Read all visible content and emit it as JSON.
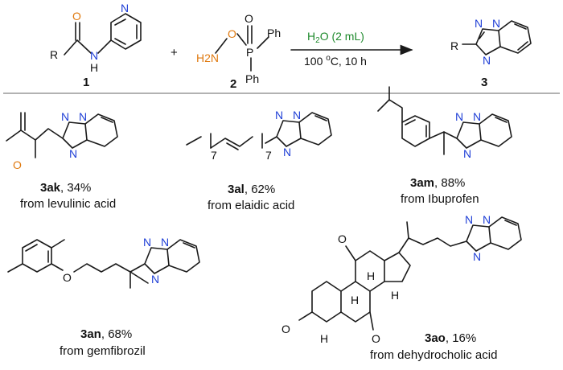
{
  "scheme": {
    "reactant1": {
      "number": "1",
      "R": "R",
      "O": "O",
      "N": "N",
      "H": "H"
    },
    "plus": "+",
    "reactant2": {
      "number": "2",
      "H2N": "H2N",
      "O": "O",
      "Ph1": "Ph",
      "Ph2": "Ph",
      "P": "P",
      "PO": "O"
    },
    "conditions": {
      "solvent": "H2O (2 mL)",
      "temperature": "100 oC, 10 h"
    },
    "product": {
      "number": "3",
      "R": "R",
      "N1": "N",
      "N2": "N",
      "N3": "N"
    }
  },
  "compounds": [
    {
      "id": "3ak",
      "yield": "34%",
      "source": "from levulinic acid",
      "atoms": {
        "O": "O"
      }
    },
    {
      "id": "3al",
      "yield": "62%",
      "source": "from elaidic acid",
      "subscripts": [
        "7",
        "7"
      ]
    },
    {
      "id": "3am",
      "yield": "88%",
      "source": "from Ibuprofen"
    },
    {
      "id": "3an",
      "yield": "68%",
      "source": "from gemfibrozil",
      "atoms": {
        "O": "O"
      }
    },
    {
      "id": "3ao",
      "yield": "16%",
      "source": "from dehydrocholic acid",
      "atoms": {
        "O1": "O",
        "O2": "O",
        "O3": "O",
        "H1": "H",
        "H2": "H",
        "H3": "H",
        "H4": "H"
      }
    }
  ],
  "colors": {
    "nitrogen": "#1f3fd6",
    "oxygen": "#e07a10",
    "solvent": "#1f8a2d",
    "divider": "#999999"
  }
}
